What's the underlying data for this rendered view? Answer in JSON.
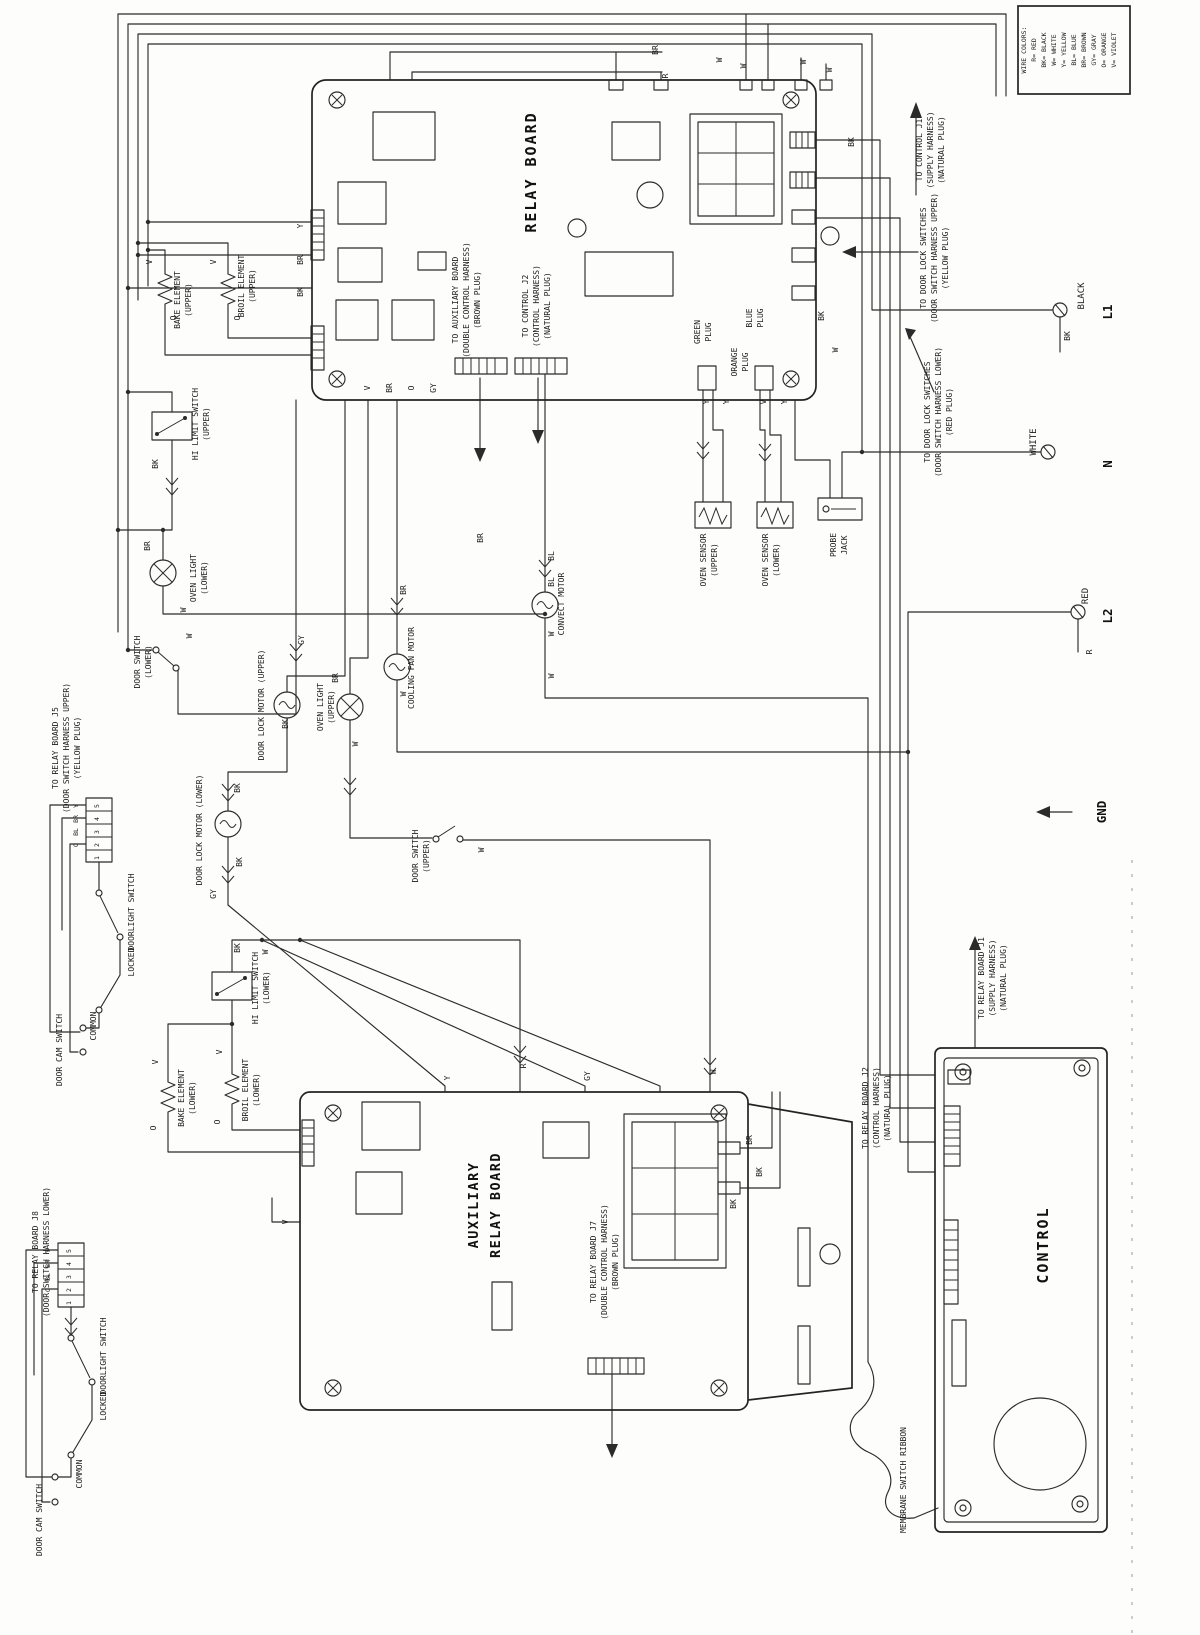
{
  "legend": {
    "title": "WIRE COLORS:",
    "entries": [
      "R= RED",
      "BK= BLACK",
      "W= WHITE",
      "Y= YELLOW",
      "BL= BLUE",
      "BR= BROWN",
      "GY= GRAY",
      "O= ORANGE",
      "V= VIOLET"
    ]
  },
  "boards": {
    "relay": "RELAY BOARD",
    "aux1": "AUXILIARY",
    "aux2": "RELAY BOARD",
    "control": "CONTROL"
  },
  "power": {
    "black": "BLACK",
    "l1": "L1",
    "bk": "BK",
    "white": "WHITE",
    "n": "N",
    "red": "RED",
    "l2": "L2",
    "r": "R",
    "gnd": "GND"
  },
  "ann": {
    "control_j1": [
      "TO CONTROL J1",
      "(SUPPLY HARNESS)",
      "(NATURAL PLUG)"
    ],
    "dls_upper": [
      "TO DOOR LOCK SWITCHES",
      "(DOOR SWITCH HARNESS UPPER)",
      "(YELLOW PLUG)"
    ],
    "dls_lower": [
      "TO DOOR LOCK SWITCHES",
      "(DOOR SWITCH HARNESS LOWER)",
      "(RED PLUG)"
    ],
    "aux": [
      "TO AUXILIARY BOARD",
      "(DOUBLE CONTROL HARNESS)",
      "(BROWN PLUG)"
    ],
    "control_j2": [
      "TO CONTROL J2",
      "(CONTROL HARNESS)",
      "(NATURAL PLUG)"
    ],
    "green": [
      "GREEN",
      "PLUG"
    ],
    "orange": [
      "ORANGE",
      "PLUG"
    ],
    "blue": [
      "BLUE",
      "PLUG"
    ],
    "j5": [
      "TO RELAY BOARD J5",
      "(DOOR SWITCH HARNESS UPPER)",
      "(YELLOW PLUG)"
    ],
    "j8": [
      "TO RELAY BOARD J8",
      "(DOOR SWITCH HARNESS LOWER)"
    ],
    "j1": [
      "TO RELAY BOARD J1",
      "(SUPPLY HARNESS)",
      "(NATURAL PLUG)"
    ],
    "j2": [
      "TO RELAY BOARD J2",
      "(CONTROL HARNESS)",
      "(NATURAL PLUG)"
    ],
    "j7": [
      "TO RELAY BOARD J7",
      "(DOUBLE CONTROL HARNESS)",
      "(BROWN PLUG)"
    ],
    "membrane": "MEMBRANE SWITCH RIBBON"
  },
  "comp": {
    "broil_u": [
      "BROIL ELEMENT",
      "(UPPER)"
    ],
    "bake_u": [
      "BAKE ELEMENT",
      "(UPPER)"
    ],
    "hilimit_u": [
      "HI LIMIT SWITCH",
      "(UPPER)"
    ],
    "ovenlight_l": [
      "OVEN LIGHT",
      "(LOWER)"
    ],
    "doorsw_l": [
      "DOOR SWITCH",
      "(LOWER)"
    ],
    "dlm_u": "DOOR LOCK MOTOR (UPPER)",
    "ovenlight_u": [
      "OVEN LIGHT",
      "(UPPER)"
    ],
    "fan": "COOLING FAN MOTOR",
    "convect": "CONVECT MOTOR",
    "dlm_l": "DOOR LOCK MOTOR (LOWER)",
    "doorsw_u": [
      "DOOR SWITCH",
      "(UPPER)"
    ],
    "doorlight": "DOORLIGHT SWITCH",
    "locked": "LOCKED",
    "common": "COMMON",
    "doorcam": "DOOR CAM SWITCH",
    "hilimit_l": [
      "HI LIMIT SWITCH",
      "(LOWER)"
    ],
    "bake_l": [
      "BAKE ELEMENT",
      "(LOWER)"
    ],
    "broil_l": [
      "BROIL ELEMENT",
      "(LOWER)"
    ],
    "sensor_u": [
      "OVEN SENSOR",
      "(UPPER)"
    ],
    "sensor_l": [
      "OVEN SENSOR",
      "(LOWER)"
    ],
    "probe": [
      "PROBE",
      "JACK"
    ]
  },
  "wire": {
    "bk": "BK",
    "w": "W",
    "r": "R",
    "y": "Y",
    "bl": "BL",
    "br": "BR",
    "gy": "GY",
    "o": "O",
    "v": "V"
  },
  "pins": [
    "5",
    "4",
    "3",
    "2",
    "1"
  ]
}
